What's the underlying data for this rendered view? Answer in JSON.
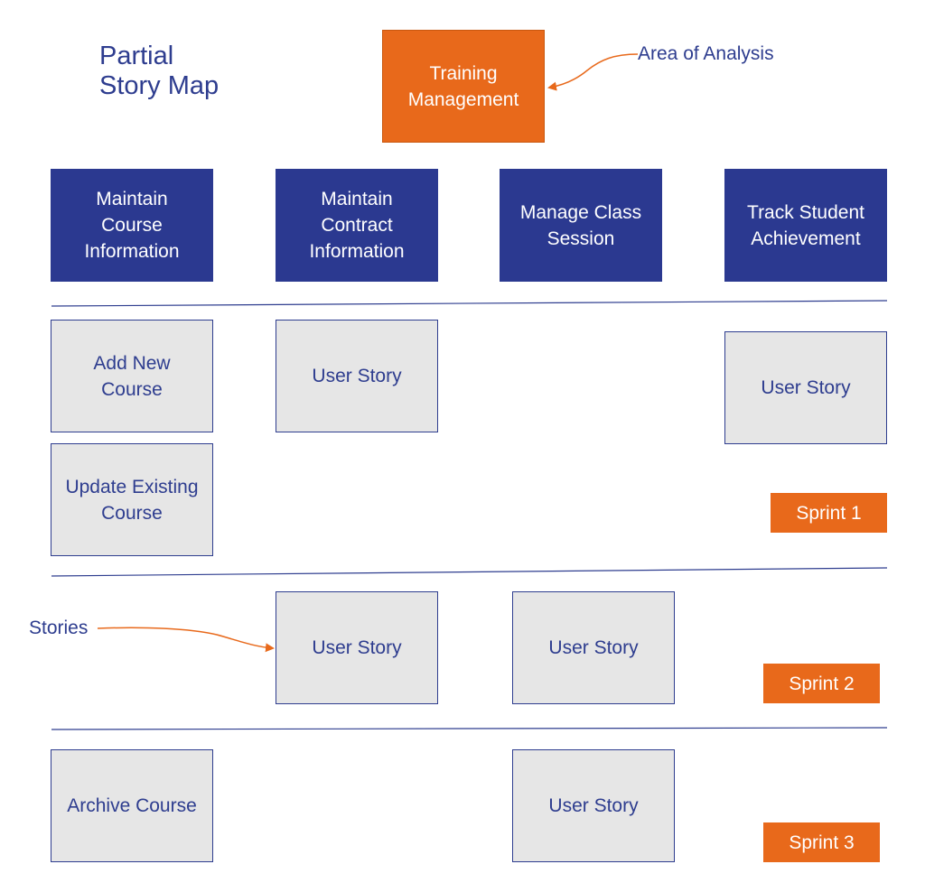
{
  "title": {
    "line1": "Partial",
    "line2": "Story Map"
  },
  "root": {
    "label": "Training\nManagement",
    "color": "#e8691b"
  },
  "callouts": {
    "area": "Area of Analysis",
    "stories": "Stories"
  },
  "epics": [
    {
      "label": "Maintain\nCourse\nInformation"
    },
    {
      "label": "Maintain\nContract\nInformation"
    },
    {
      "label": "Manage Class\nSession"
    },
    {
      "label": "Track Student\nAchievement"
    }
  ],
  "stories": {
    "add_new_course": "Add New\nCourse",
    "update_existing_course": "Update Existing\nCourse",
    "archive_course": "Archive Course",
    "s1_contract": "User Story",
    "s1_track": "User Story",
    "s2_contract": "User Story",
    "s2_manage": "User Story",
    "s3_manage": "User Story"
  },
  "sprints": [
    "Sprint 1",
    "Sprint 2",
    "Sprint 3"
  ],
  "colors": {
    "accent_orange": "#e8691b",
    "epic_blue": "#2b3990",
    "story_fill": "#e6e6e6",
    "text_blue": "#2e3d8f"
  }
}
